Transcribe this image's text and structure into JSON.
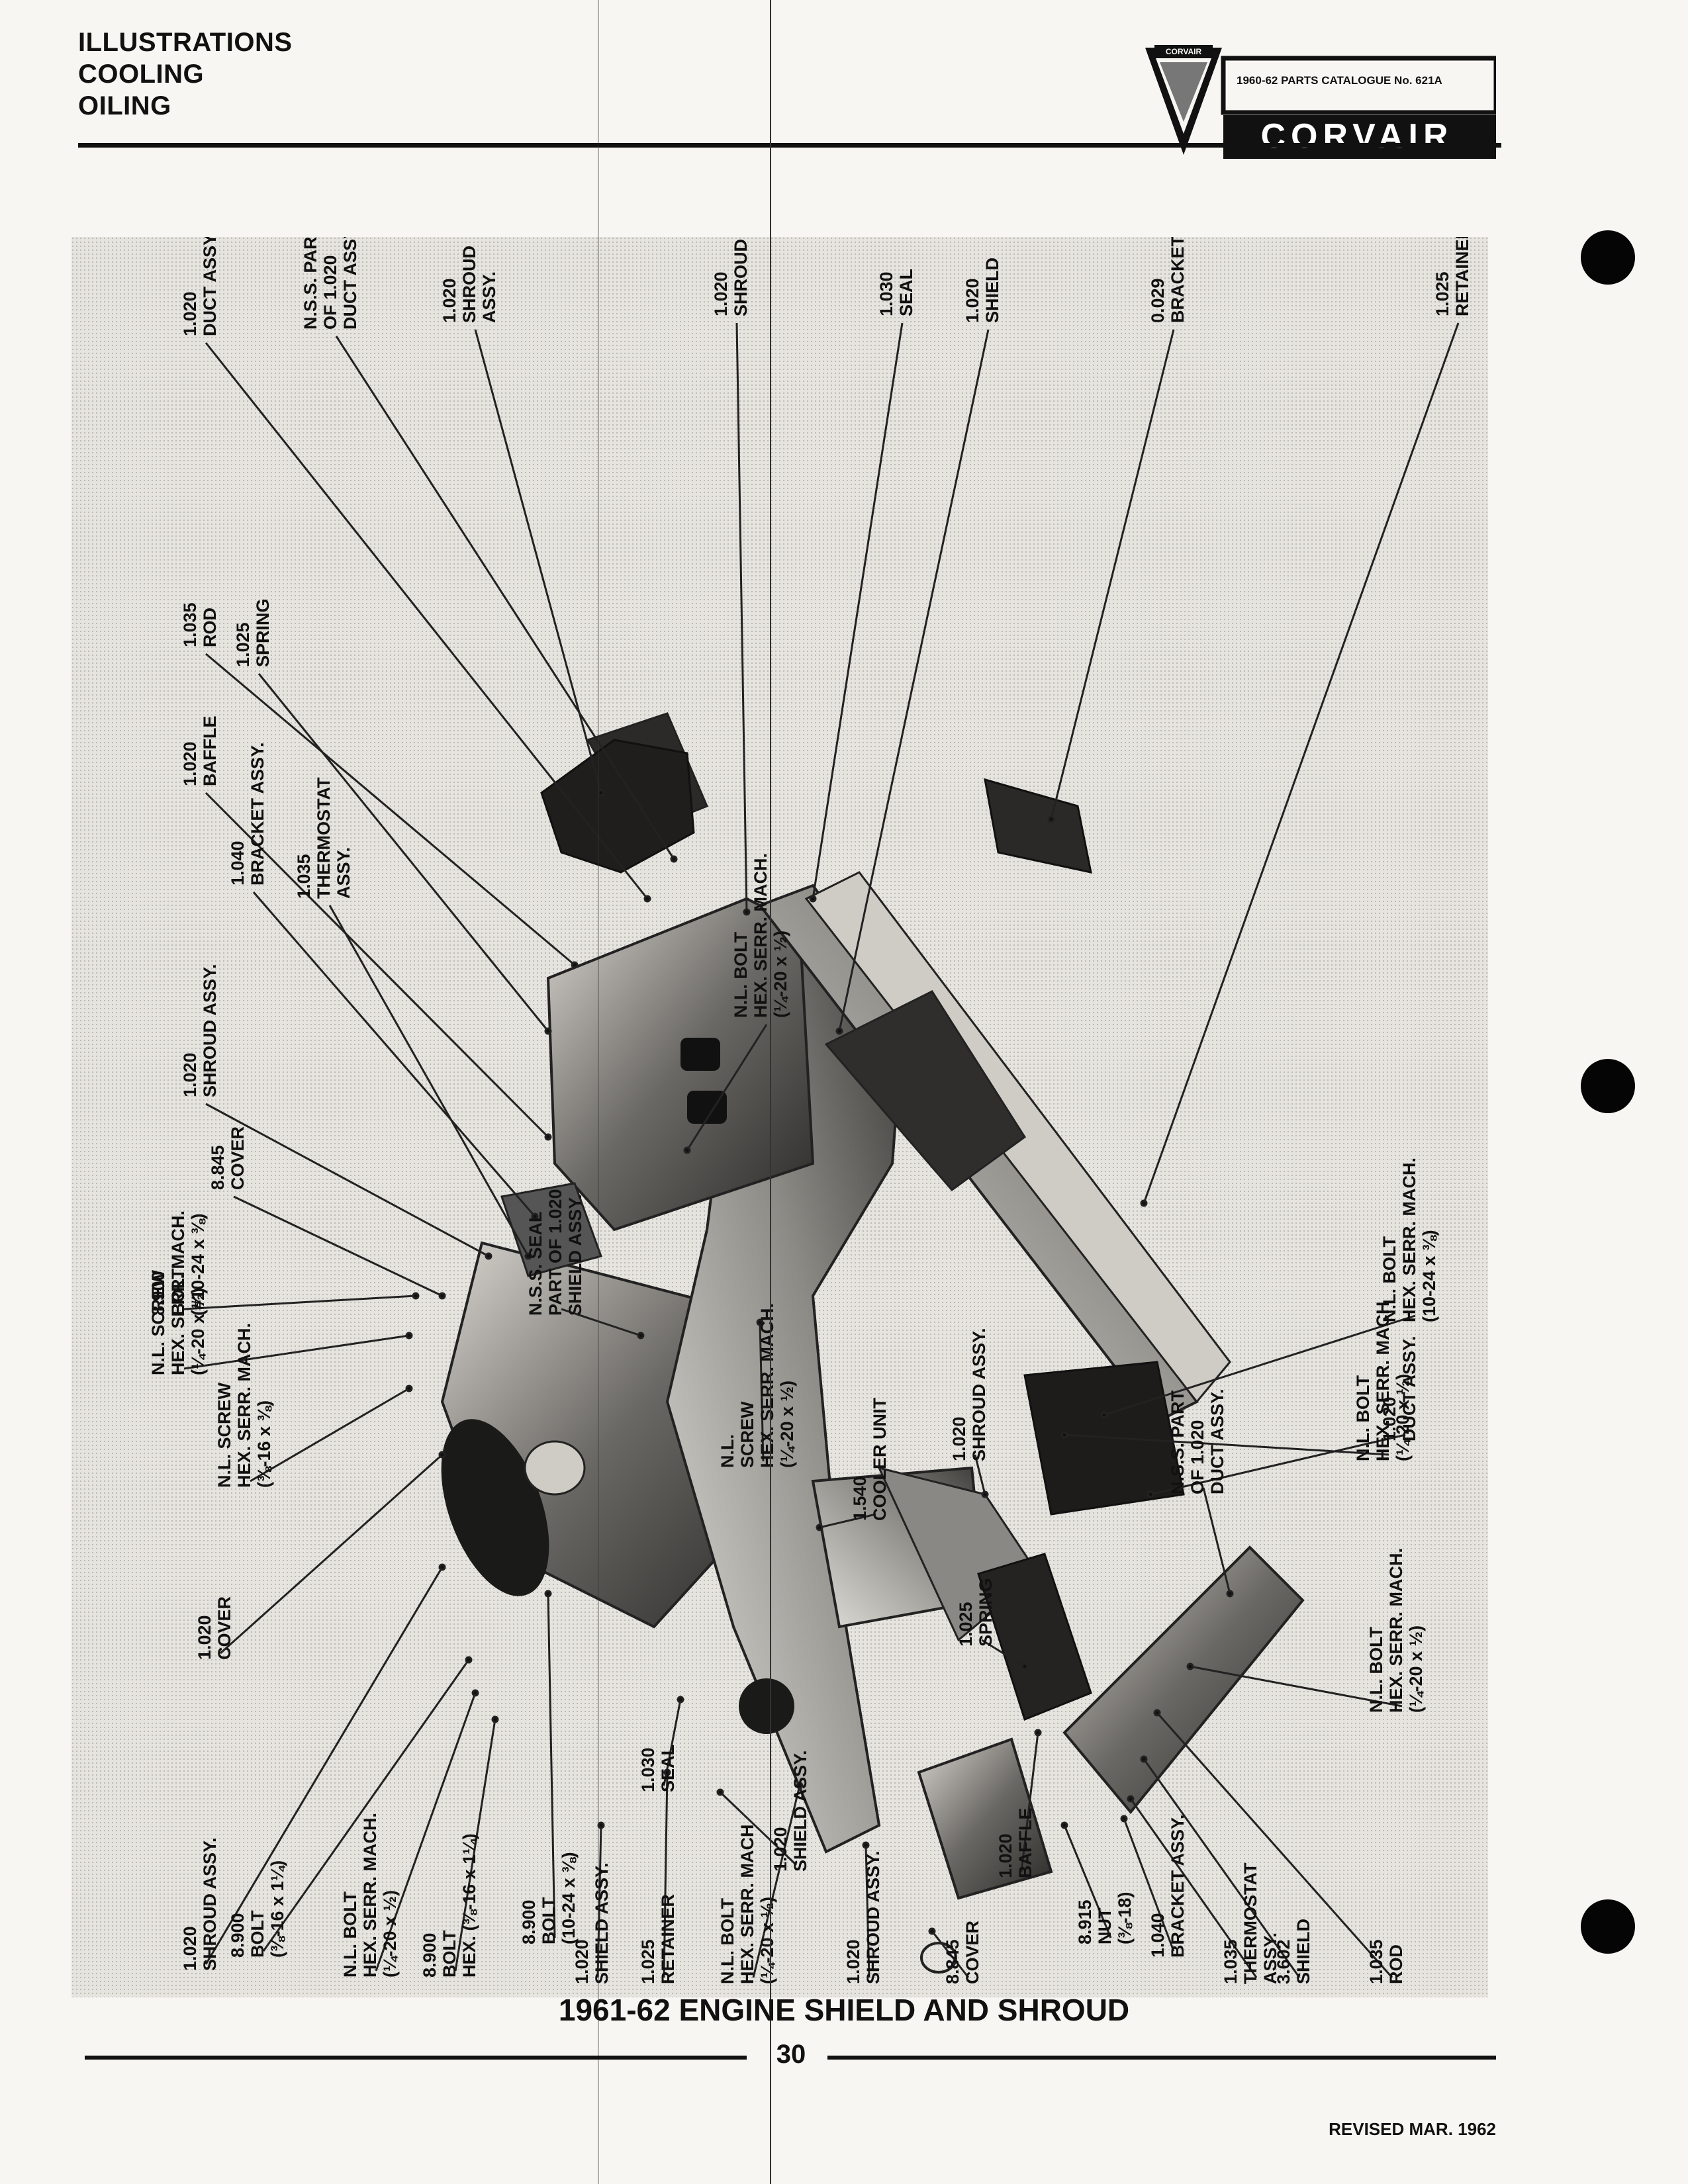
{
  "header": {
    "section_lines": [
      "ILLUSTRATIONS",
      "COOLING",
      "OILING"
    ],
    "catalogue": "1960-62 PARTS CATALOGUE No. 621A",
    "brand": "CORVAIR",
    "emblem_text": "CORVAIR"
  },
  "figure": {
    "caption": "1961-62 ENGINE SHIELD AND SHROUD",
    "labels": [
      [
        "1.020",
        "DUCT ASSY."
      ],
      [
        "N.S.S. PART",
        "OF 1.020",
        "DUCT ASSY."
      ],
      [
        "1.020",
        "SHROUD",
        "ASSY."
      ],
      [
        "1.020",
        "SHROUD"
      ],
      [
        "1.030",
        "SEAL"
      ],
      [
        "1.020",
        "SHIELD"
      ],
      [
        "0.029",
        "BRACKET"
      ],
      [
        "1.025",
        "RETAINER"
      ],
      [
        "1.035",
        "ROD"
      ],
      [
        "1.025",
        "SPRING"
      ],
      [
        "1.020",
        "BAFFLE"
      ],
      [
        "1.040",
        "BRACKET ASSY."
      ],
      [
        "1.035",
        "THERMOSTAT",
        "ASSY."
      ],
      [
        "1.020",
        "SHROUD ASSY."
      ],
      [
        "8.845",
        "COVER"
      ],
      [
        "8.900",
        "BOLT",
        "(#10-24 x ⅜)"
      ],
      [
        "N.L. SCREW",
        "HEX. SERR. MACH.",
        "(¼-20 x ½)"
      ],
      [
        "N.L. SCREW",
        "HEX. SERR. MACH.",
        "(⅜-16 x ⅜)"
      ],
      [
        "1.020",
        "COVER"
      ],
      [
        "N.L. BOLT",
        "HEX. SERR. MACH.",
        "(¼-20 x ½)"
      ],
      [
        "N.S.S. SEAL",
        "PART OF 1.020",
        "SHIELD ASSY."
      ],
      [
        "N.L.",
        "SCREW",
        "HEX. SERR. MACH.",
        "(¼-20 x ½)"
      ],
      [
        "1.540",
        "COOLER UNIT"
      ],
      [
        "1.020",
        "SHROUD ASSY."
      ],
      [
        "N.L. BOLT",
        "HEX. SERR. MACH",
        "(¼-20 x ½)"
      ],
      [
        "N.L. BOLT",
        "HEX. SERR. MACH.",
        "(10-24 x ⅜)"
      ],
      [
        "1.020",
        "DUCT ASSY."
      ],
      [
        "N.S.S. PART",
        "OF 1.020",
        "DUCT ASSY."
      ],
      [
        "1.025",
        "SPRING"
      ],
      [
        "N.L. BOLT",
        "HEX. SERR. MACH.",
        "(¼-20 x ½)"
      ],
      [
        "1.020",
        "SHROUD ASSY."
      ],
      [
        "8.900",
        "BOLT",
        "(⅜-16 x 1¼)"
      ],
      [
        "N.L. BOLT",
        "HEX. SERR. MACH.",
        "(¼-20 x ½)"
      ],
      [
        "8.900",
        "BOLT",
        "HEX. (⅜-16 x 1¼)"
      ],
      [
        "8.900",
        "BOLT",
        "(10-24 x ⅜)"
      ],
      [
        "1.030",
        "SEAL"
      ],
      [
        "1.020",
        "SHIELD ASSY."
      ],
      [
        "1.025",
        "RETAINER"
      ],
      [
        "1.020",
        "SHIELD ASSY."
      ],
      [
        "N.L. BOLT",
        "HEX. SERR. MACH",
        "(¼-20 x ½)"
      ],
      [
        "1.020",
        "SHROUD ASSY."
      ],
      [
        "8.845",
        "COVER"
      ],
      [
        "1.020",
        "BAFFLE"
      ],
      [
        "8.915",
        "NUT",
        "(⅜-18)"
      ],
      [
        "1.040",
        "BRACKET ASSY."
      ],
      [
        "1.035",
        "THERMOSTAT",
        "ASSY."
      ],
      [
        "3.602",
        "SHIELD"
      ],
      [
        "1.035",
        "ROD"
      ]
    ]
  },
  "footer": {
    "page_number": "30",
    "revised": "REVISED MAR. 1962"
  }
}
